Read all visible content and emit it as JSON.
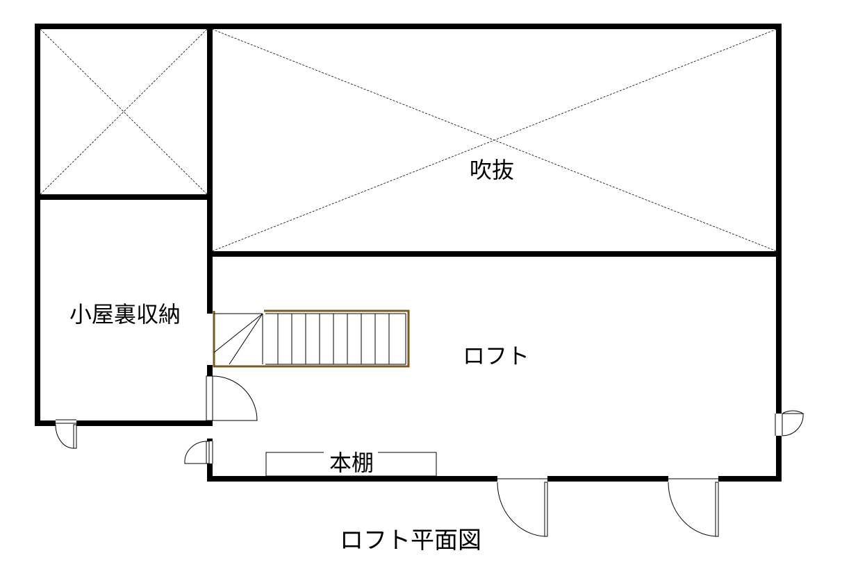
{
  "labels": {
    "fukinuke": "吹抜",
    "koyaura": "小屋裏収納",
    "loft": "ロフト",
    "hondana": "本棚",
    "caption": "ロフト平面図"
  },
  "colors": {
    "wall": "#000000",
    "stair": "#7a5a1e",
    "background": "#ffffff"
  }
}
